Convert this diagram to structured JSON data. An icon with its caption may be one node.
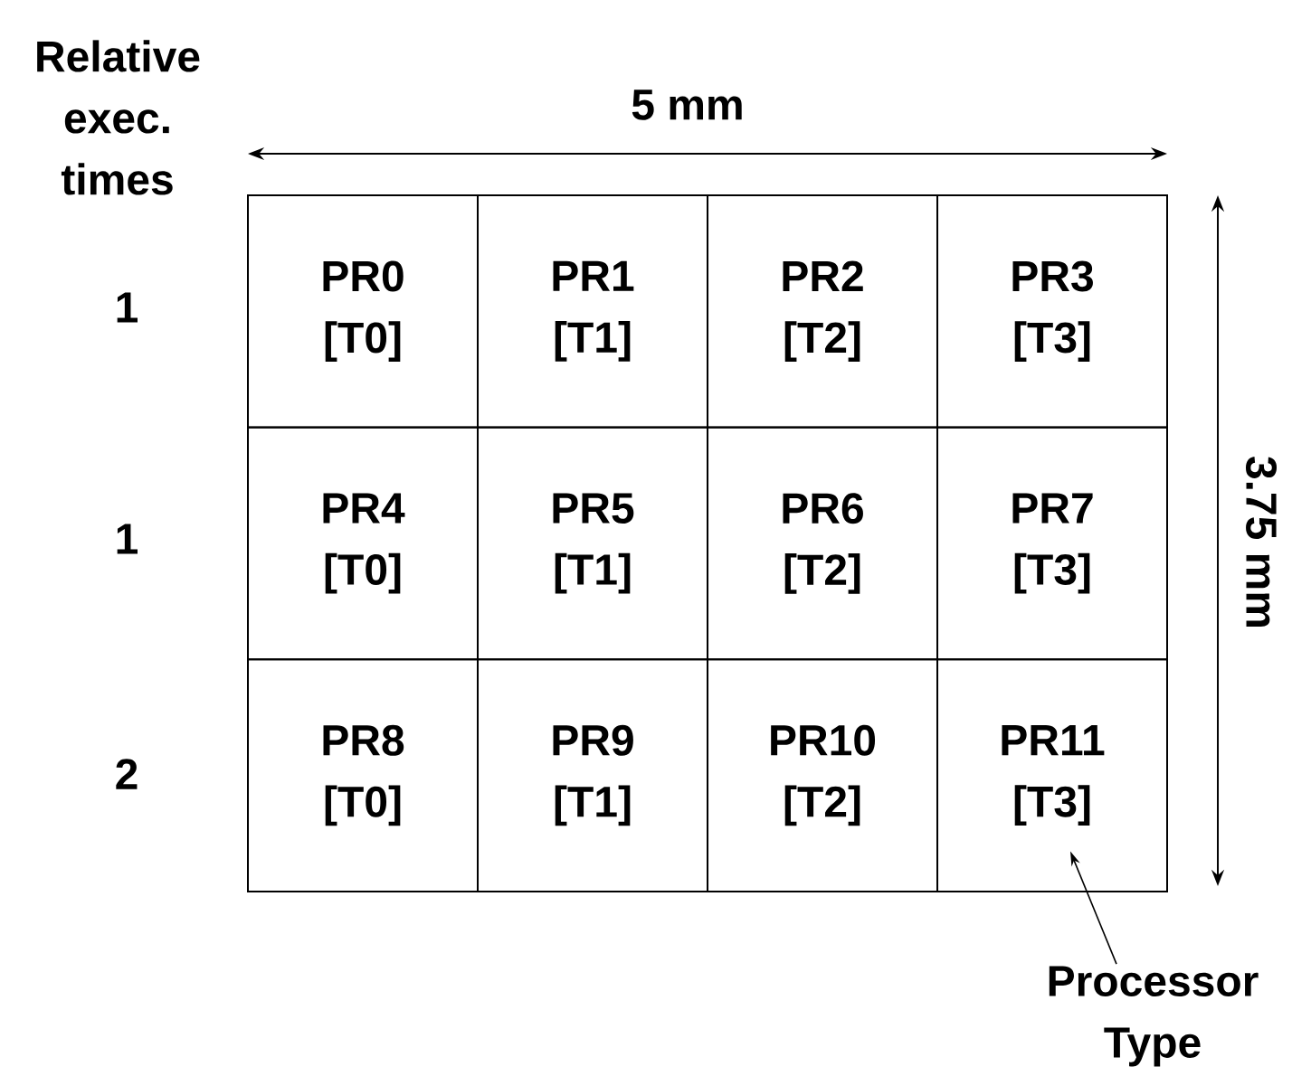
{
  "diagram": {
    "nodes": [
      {
        "text": [
          "PR0",
          "[T0]"
        ]
      },
      {
        "text": [
          "PR1",
          "[T1]"
        ]
      },
      {
        "text": [
          "PR2",
          "[T2]"
        ]
      },
      {
        "text": [
          "PR3",
          "[T3]"
        ]
      },
      {
        "text": [
          "PR4",
          "[T0]"
        ]
      },
      {
        "text": [
          "PR5",
          "[T1]"
        ]
      },
      {
        "text": [
          "PR6",
          "[T2]"
        ]
      },
      {
        "text": [
          "PR7",
          "[T3]"
        ]
      },
      {
        "text": [
          "PR8",
          "[T0]"
        ]
      },
      {
        "text": [
          "PR9",
          "[T1]"
        ]
      },
      {
        "text": [
          "PR10",
          "[T2]"
        ]
      },
      {
        "text": [
          "PR11",
          "[T3]"
        ]
      },
      {
        "text": [
          "Processor Type"
        ]
      }
    ],
    "edges": [
      {
        "from": 12,
        "to": 11,
        "arrow": "to"
      }
    ],
    "labels": [
      "Relative exec. times",
      "5 mm",
      "1",
      "1",
      "3.75 mm",
      "2"
    ]
  }
}
